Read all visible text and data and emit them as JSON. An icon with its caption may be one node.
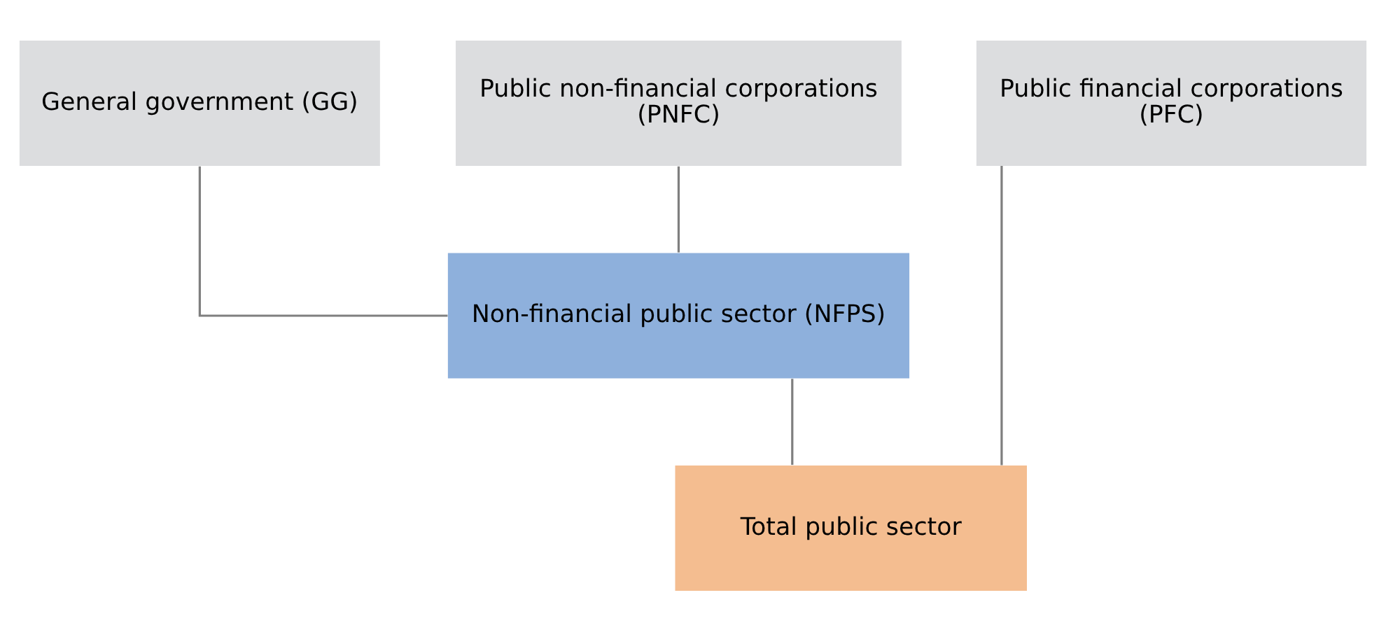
{
  "diagram": {
    "nodes": [
      {
        "text": [
          "General government (GG)"
        ]
      },
      {
        "text": [
          "Public non-financial corporations (PNFC)"
        ]
      },
      {
        "text": [
          "Public financial corporations (PFC)"
        ]
      },
      {
        "text": [
          "Non-financial public sector (NFPS)"
        ]
      },
      {
        "text": [
          "Total public sector"
        ]
      }
    ],
    "edges": [
      {
        "from": 0,
        "to": 3,
        "arrow": "none"
      },
      {
        "from": 1,
        "to": 3,
        "arrow": "none"
      },
      {
        "from": 3,
        "to": 4,
        "arrow": "none"
      },
      {
        "from": 2,
        "to": 4,
        "arrow": "none"
      }
    ]
  }
}
